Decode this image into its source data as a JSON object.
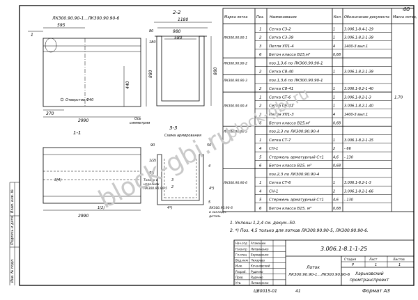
{
  "page_number": "40",
  "side_stamp": {
    "l1": "Инв. № подл.",
    "l2": "Подпись и дата",
    "l3": "Взам. инв. №"
  },
  "watermark": "bloсk-gbi.ru",
  "drawings": {
    "top_title": "ЛК300.90.90-1...ЛК300.90.90-6",
    "sec22": "2-2",
    "sec11": "1-1",
    "sec33": "3-3",
    "sec33_sub": "Схема армирования",
    "dims": {
      "d595": "595",
      "d2990a": "2990",
      "d2990b": "2990",
      "d370": "370",
      "d440": "440",
      "d880a": "880",
      "d880b": "880",
      "d1180": "1180",
      "d980": "980",
      "d580": "580",
      "d80": "80",
      "d180": "180",
      "d90": "90",
      "d50": "50",
      "d1": "1",
      "d2": "2",
      "d3": "3",
      "d4": "4",
      "d5": "5",
      "d5a": "5*)",
      "d4a": "4*)",
      "d4b": "4*)",
      "d1a": "1(2)",
      "d1b": "1(2)",
      "d3a": "3(4)"
    },
    "labels": {
      "opening": "Отверстие Ф40",
      "axis": "Ось",
      "axis2": "симметрии",
      "note_a": "Только в",
      "note_b": "изделиях",
      "note_c": "ЛК300.90.90-5",
      "note_d": "ЛК300.90.90-6",
      "note_e": "и закладн.",
      "note_f": "деталь"
    }
  },
  "spec": {
    "headers": [
      "Марка лотка",
      "Поз.",
      "Наименование",
      "Кол.",
      "Обозначение документа",
      "Масса лотка, т"
    ],
    "rows": [
      {
        "mark": "",
        "pos": "1",
        "name": "Сетка   С3-2",
        "qty": "1",
        "doc": "3.006.1-8.4-1-19",
        "mass": ""
      },
      {
        "mark": "ЛК300.90.90-1",
        "pos": "2",
        "name": "Сетка   С3-39",
        "qty": "1",
        "doc": "3.006.1-8.2-1-39",
        "mass": ""
      },
      {
        "mark": "",
        "pos": "3",
        "name": "Петля   УП1-4",
        "qty": "4",
        "doc": "1400-3 вып.1",
        "mass": ""
      },
      {
        "mark": "",
        "pos": "6",
        "name": "Бетон   класса В15,м³",
        "qty": "0,68",
        "doc": "",
        "mass": ""
      },
      {
        "mark": "ЛК300.90.90-2",
        "pos": "",
        "name": "поз.1,3,6 по ЛК300.90.90-1",
        "qty": "",
        "doc": "",
        "mass": ""
      },
      {
        "mark": "",
        "pos": "2",
        "name": "Сетка   С8-40",
        "qty": "1",
        "doc": "3.006.1-8.2-1-39",
        "mass": ""
      },
      {
        "mark": "ЛК300.90.90-3",
        "pos": "",
        "name": "поз.1,3,6 по ЛК300.90.90-1",
        "qty": "",
        "doc": "",
        "mass": ""
      },
      {
        "mark": "",
        "pos": "2",
        "name": "Сетка   С8-41",
        "qty": "1",
        "doc": "3.006.1-8.2-1-40",
        "mass": ""
      },
      {
        "mark": "",
        "pos": "1",
        "name": "Сетка   СТ-6",
        "qty": "1",
        "doc": "3.006.1-8.2-1-3",
        "mass": "1.70"
      },
      {
        "mark": "ЛК300.90.90-4",
        "pos": "2",
        "name": "Сетка   СЕ-41",
        "qty": "1",
        "doc": "3.006.1-8.2-1-40",
        "mass": ""
      },
      {
        "mark": "",
        "pos": "3",
        "name": "Петля   УП1-3",
        "qty": "4",
        "doc": "1400-3 вып.1",
        "mass": ""
      },
      {
        "mark": "",
        "pos": "6",
        "name": "Бетон   класса В15,м³",
        "qty": "0,68",
        "doc": "",
        "mass": ""
      },
      {
        "mark": "ЛК300.90.90-5",
        "pos": "",
        "name": "поз.2,3 по ЛК300.90.90-4",
        "qty": "",
        "doc": "",
        "mass": ""
      },
      {
        "mark": "",
        "pos": "1",
        "name": "Сетка   СТ-7",
        "qty": "1",
        "doc": "3.006.1-8.2-1-15",
        "mass": ""
      },
      {
        "mark": "",
        "pos": "4",
        "name": "СН-1",
        "qty": "2",
        "doc": "- 66",
        "mass": ""
      },
      {
        "mark": "",
        "pos": "5",
        "name": "Стержень арматурный Ст1",
        "qty": "4,6",
        "doc": "- 130",
        "mass": ""
      },
      {
        "mark": "",
        "pos": "6",
        "name": "Бетон класса В15, м³",
        "qty": "0,68",
        "doc": "",
        "mass": ""
      },
      {
        "mark": "",
        "pos": "",
        "name": "поз.2,3 по ЛК300.90.90-4",
        "qty": "",
        "doc": "",
        "mass": ""
      },
      {
        "mark": "ЛК300.90.90-6",
        "pos": "1",
        "name": "Сетка   СТ-6",
        "qty": "1",
        "doc": "3.006.1-8.2-1-3",
        "mass": ""
      },
      {
        "mark": "",
        "pos": "4",
        "name": "СН-1",
        "qty": "2",
        "doc": "3.006.1-8.2-1-66",
        "mass": ""
      },
      {
        "mark": "",
        "pos": "5",
        "name": "Стержень арматурный Ст1",
        "qty": "4,6",
        "doc": "- 130",
        "mass": ""
      },
      {
        "mark": "",
        "pos": "6",
        "name": "Бетон класса В15, м³",
        "qty": "0,68",
        "doc": "",
        "mass": ""
      }
    ]
  },
  "notes": {
    "n1": "1. Уклоны 1,2,4 см. докум.-50.",
    "n2": "2. *) Поз. 4,5 только для лотков ЛК300.90.90-5, ЛК300.90.90-6."
  },
  "title_block": {
    "doc_code": "3.006.1-8.1-1-25",
    "name_1": "Лоток",
    "name_2": "ЛК300.90.90-1...ЛК300.90.90-6",
    "org_1": "Харьковский",
    "org_2": "промтранспроект",
    "stage_h": "Стадия",
    "sheet_h": "Лист",
    "sheets_h": "Листов",
    "stage": "Р",
    "sheet": "1",
    "sheets": "1",
    "staff": [
      {
        "role": "Нач.отд",
        "name": "Атаманюк"
      },
      {
        "role": "Н.контр",
        "name": "Литвиненко"
      },
      {
        "role": "Гл.спец",
        "name": "Бородиенко"
      },
      {
        "role": "Вед.инж",
        "name": "Чихарева"
      },
      {
        "role": "Инж.",
        "name": "Кочановский"
      },
      {
        "role": "Разраб.",
        "name": "Руденко"
      },
      {
        "role": "Пров.",
        "name": "Руденко"
      },
      {
        "role": "Утв.",
        "name": "Литвиненко"
      }
    ]
  },
  "footer": {
    "code": "ЦВ0015-01",
    "num": "41",
    "format": "Формат А3"
  }
}
